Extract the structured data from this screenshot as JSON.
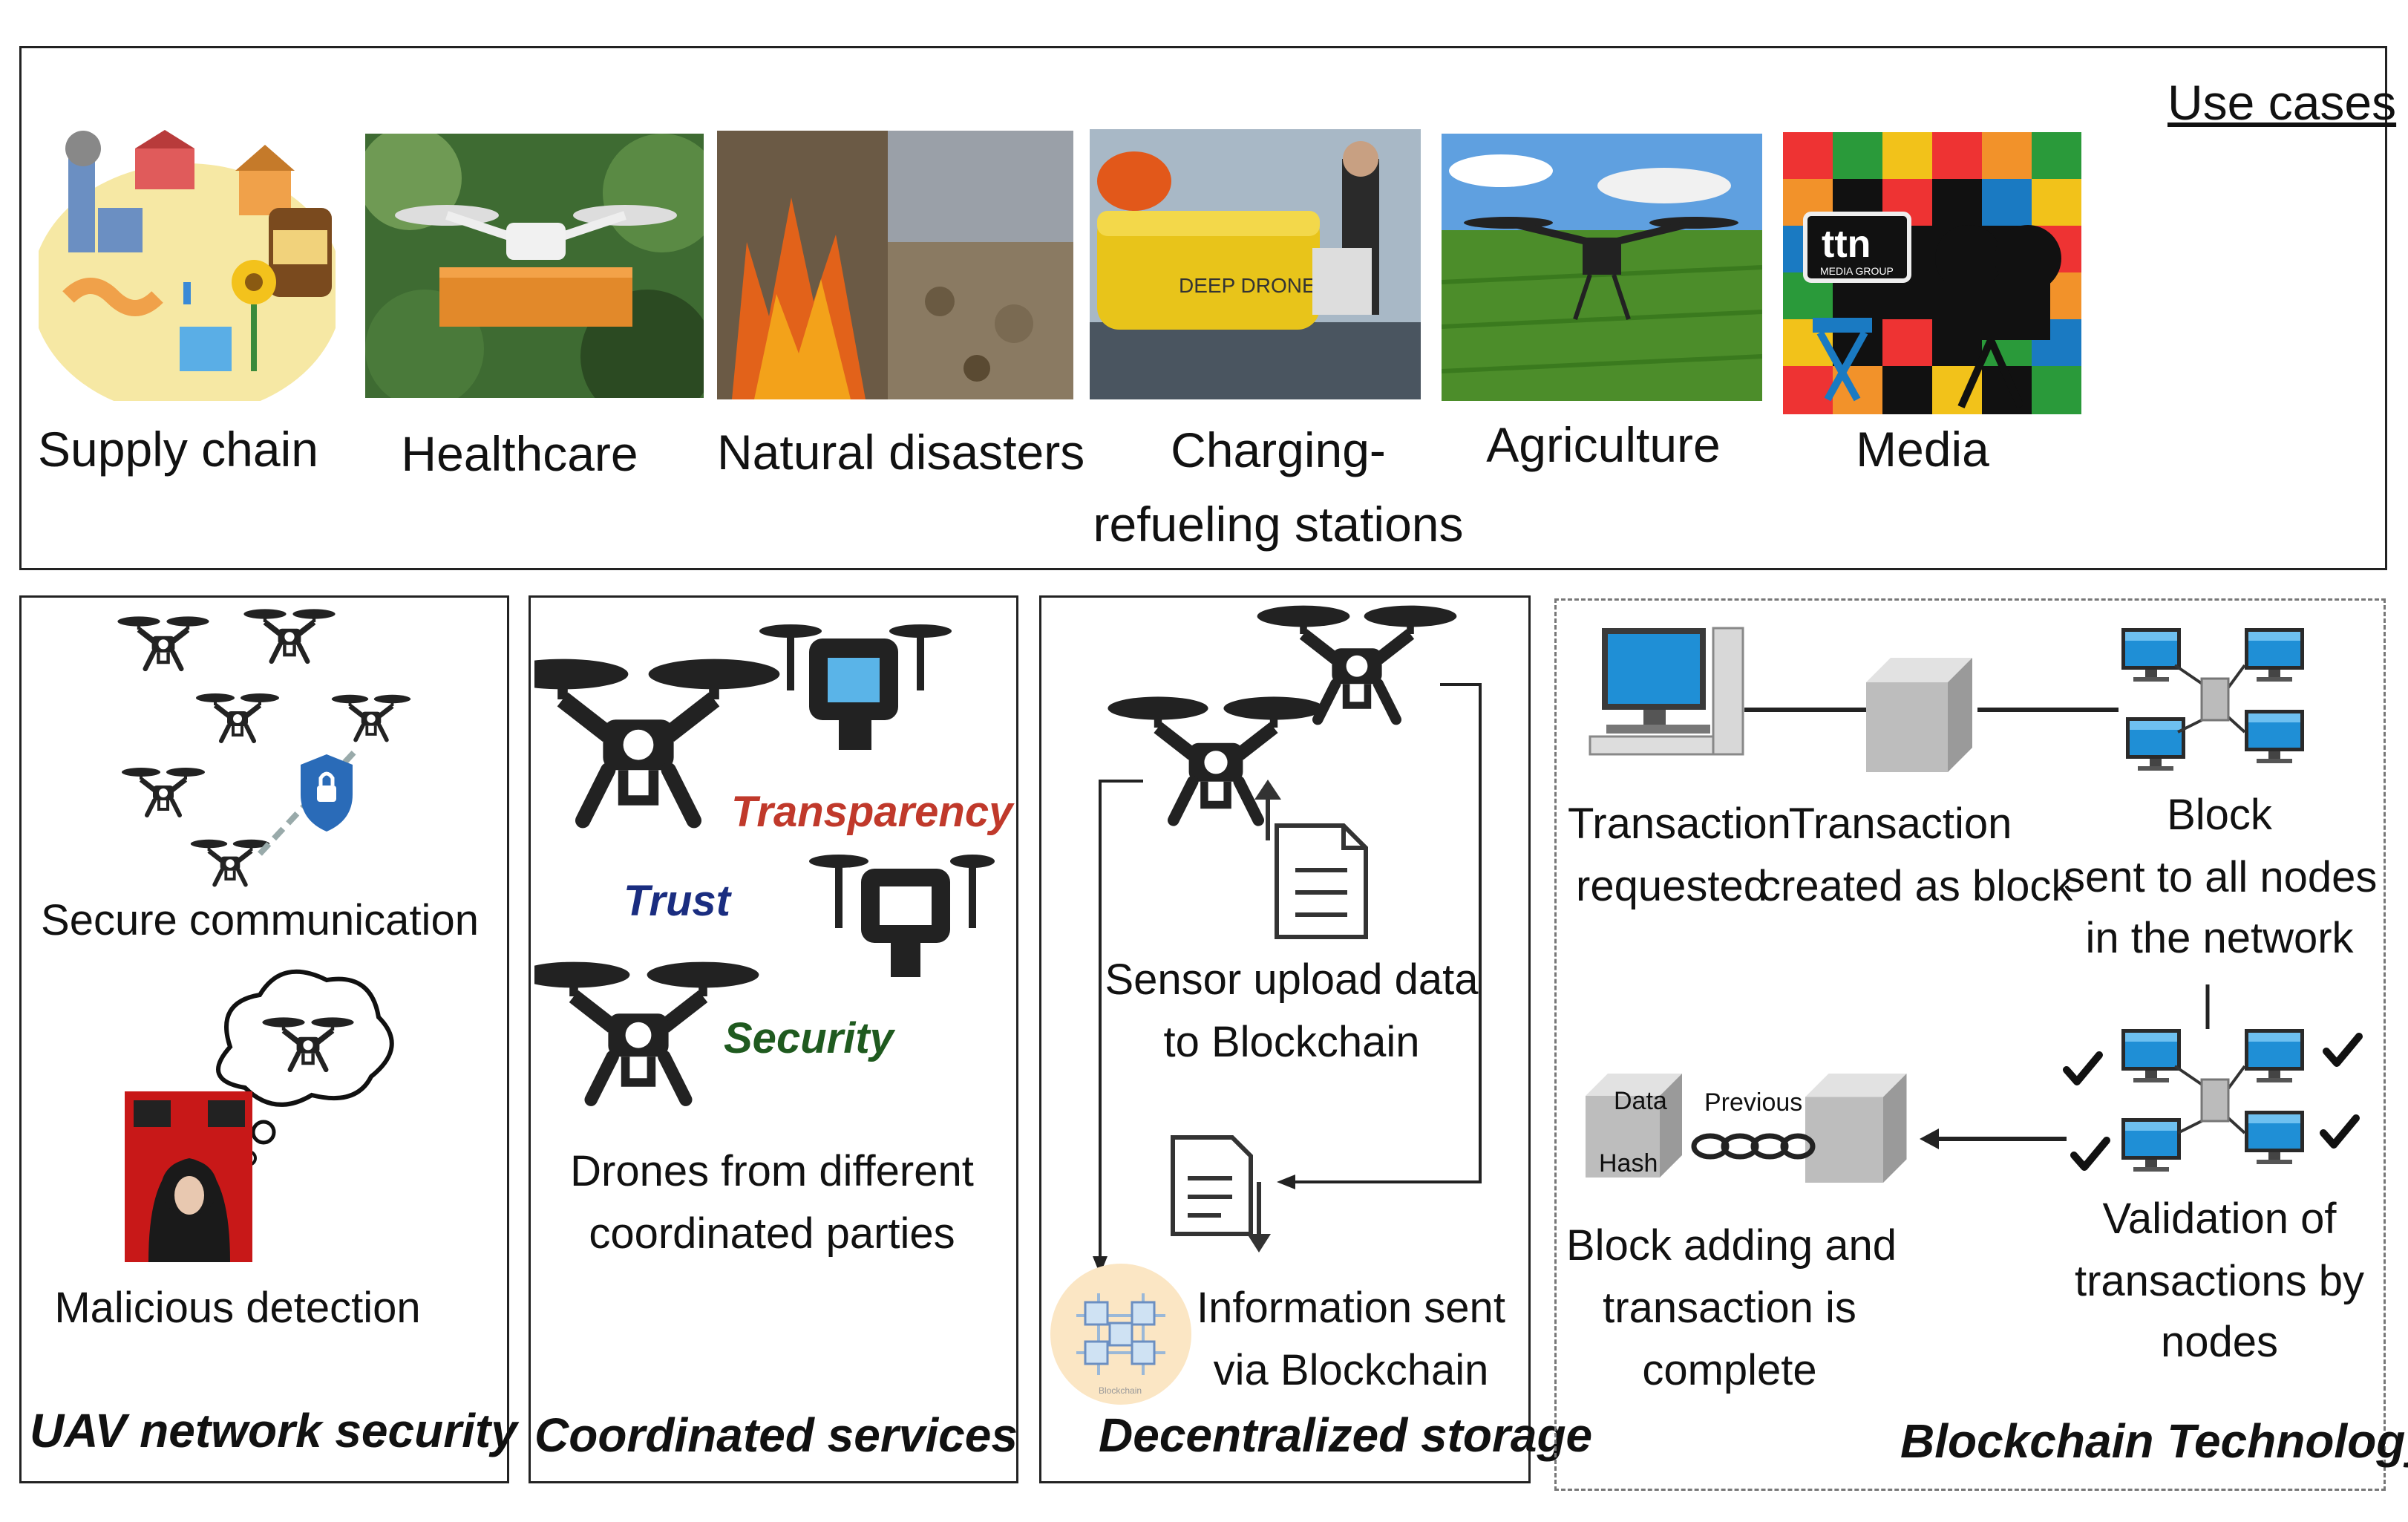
{
  "use_cases": {
    "heading": "Use cases",
    "items": [
      {
        "label": "Supply chain"
      },
      {
        "label": "Healthcare"
      },
      {
        "label": "Natural disasters"
      },
      {
        "label": "Charging-refueling stations"
      },
      {
        "label": "Agriculture"
      },
      {
        "label": "Media"
      }
    ],
    "logo_text": "ttn",
    "logo_sub": "MEDIA GROUP",
    "boat_text": "DEEP DRONE"
  },
  "uav_security": {
    "title": "UAV network security",
    "secure_label": "Secure communication",
    "malicious_label": "Malicious detection"
  },
  "coordinated": {
    "title": "Coordinated services",
    "transparency": "Transparency",
    "trust": "Trust",
    "security": "Security",
    "caption_line1": "Drones from different",
    "caption_line2": "coordinated parties"
  },
  "storage": {
    "title": "Decentralized storage",
    "upload_line1": "Sensor upload data",
    "upload_line2": "to Blockchain",
    "info_line1": "Information sent",
    "info_line2": "via Blockchain",
    "blockchain_icon_text": "Blockchain"
  },
  "blockchain": {
    "title": "Blockchain Technology",
    "requested_line1": "Transaction",
    "requested_line2": "requested",
    "created_line1": "Transaction",
    "created_line2": "created as block",
    "sent_line1": "Block",
    "sent_line2": "sent to all nodes",
    "sent_line3": "in the network",
    "validation_line1": "Validation of",
    "validation_line2": "transactions by",
    "validation_line3": "nodes",
    "complete_line1": "Block adding and",
    "complete_line2": "transaction is",
    "complete_line3": "complete",
    "data_label": "Data",
    "hash_label": "Hash",
    "previous_label": "Previous"
  },
  "colors": {
    "transparency": "#c0392b",
    "trust": "#1a2d80",
    "security": "#1f5a1f",
    "monitor": "#1f8fd6"
  }
}
